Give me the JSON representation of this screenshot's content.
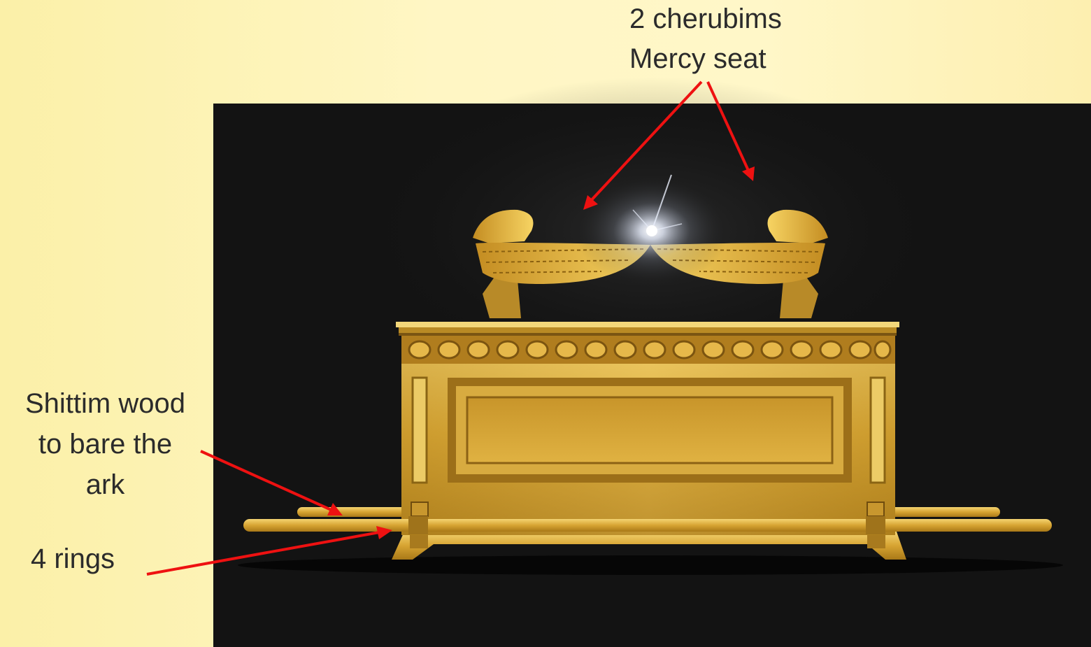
{
  "labels": {
    "cherubims": "2  cherubims",
    "mercy_seat": "Mercy seat",
    "shittim_line1": "Shittim wood",
    "shittim_line2": "to bare the",
    "shittim_line3": "ark",
    "rings": "4 rings"
  },
  "colors": {
    "background": "#fff6c4",
    "photo_background": "#131313",
    "gold": "#d9a52c",
    "arrow": "#ee1111"
  }
}
